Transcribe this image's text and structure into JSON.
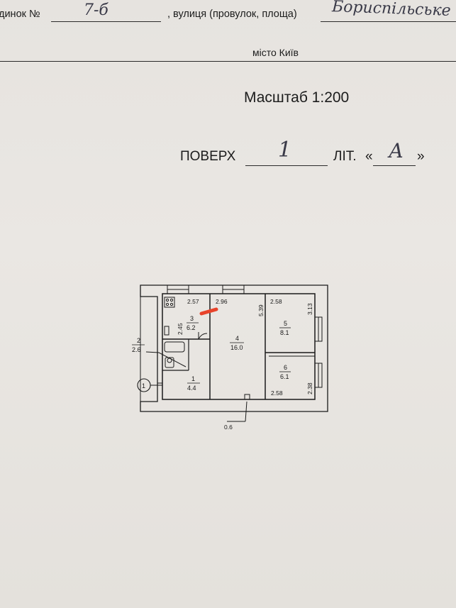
{
  "header": {
    "house_label": "динок №",
    "house_value": "7-б",
    "street_label": ", вулиця (провулок, площа)",
    "street_value": "Бориспільське",
    "city": "місто Київ"
  },
  "scale": "Масштаб 1:200",
  "floor": {
    "floor_label": "ПОВЕРХ",
    "floor_value": "1",
    "lit_label": "ЛІТ.",
    "lit_open": "«",
    "lit_value": "А",
    "lit_close": "»"
  },
  "plan": {
    "dimensions": {
      "d_257": "2.57",
      "d_296": "2.96",
      "d_539": "5.39",
      "d_258_top": "2.58",
      "d_313": "3.13",
      "d_245": "2.45",
      "d_258_bottom": "2.58",
      "d_238": "2.38",
      "d_06": "0.6"
    },
    "rooms": [
      {
        "number": "1",
        "area": "4.4"
      },
      {
        "number": "2",
        "area": "2.6"
      },
      {
        "number": "3",
        "area": "6.2"
      },
      {
        "number": "4",
        "area": "16.0"
      },
      {
        "number": "5",
        "area": "8.1"
      },
      {
        "number": "6",
        "area": "6.1"
      }
    ],
    "entrance_marker": "1",
    "highlight_color": "#e8432a"
  }
}
